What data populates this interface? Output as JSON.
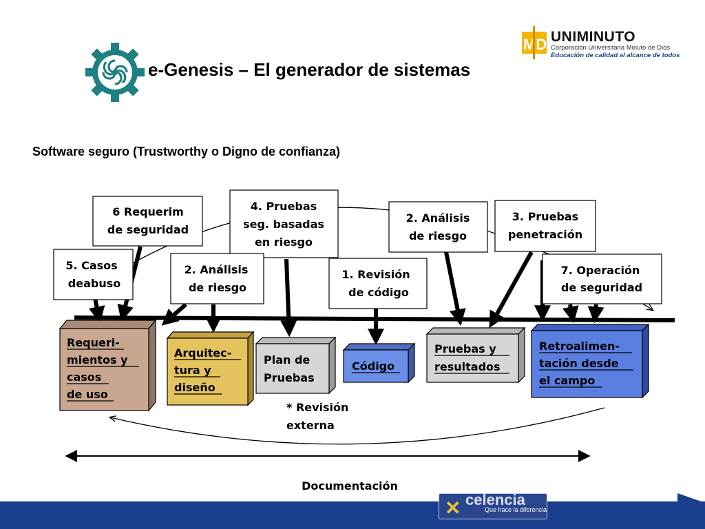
{
  "header": {
    "title": "e-Genesis – El generador de sistemas",
    "subtitle": "Software seguro (Trustworthy o Digno de confianza)"
  },
  "logo": {
    "mark": "MD",
    "name": "UNIMINUTO",
    "line1": "Corporación Universitaria Minuto de Dios",
    "line2": "Educación de calidad al alcance de todos"
  },
  "footer_logo": {
    "word": "celencia",
    "tagline": "Que hace la diferencia"
  },
  "diagram": {
    "callouts": [
      {
        "id": "c6",
        "lines": [
          "6 Requerim",
          "de seguridad"
        ]
      },
      {
        "id": "c4",
        "lines": [
          "4. Pruebas",
          "seg. basadas",
          "en riesgo"
        ]
      },
      {
        "id": "c2b",
        "lines": [
          "2. Análisis",
          "de riesgo"
        ]
      },
      {
        "id": "c3",
        "lines": [
          "3. Pruebas",
          "penetración"
        ]
      },
      {
        "id": "c5",
        "lines": [
          "5. Casos",
          "deabuso"
        ]
      },
      {
        "id": "c2a",
        "lines": [
          "2. Análisis",
          "de riesgo"
        ]
      },
      {
        "id": "c1",
        "lines": [
          "1. Revisión",
          "de código"
        ]
      },
      {
        "id": "c7",
        "lines": [
          "7. Operación",
          "de seguridad"
        ]
      }
    ],
    "phases": [
      {
        "id": "req",
        "lines": [
          "Requeri-",
          "mientos y",
          "casos",
          "de uso"
        ],
        "color": "#c8a690"
      },
      {
        "id": "arq",
        "lines": [
          "Arquitec-",
          "tura y",
          "diseño"
        ],
        "color": "#e4c25c"
      },
      {
        "id": "plan",
        "lines": [
          "Plan de",
          "Pruebas"
        ],
        "color": "#d6d6d6"
      },
      {
        "id": "cod",
        "lines": [
          "Código"
        ],
        "color": "#6b8fe6"
      },
      {
        "id": "prue",
        "lines": [
          "Pruebas y",
          "resultados"
        ],
        "color": "#d6d6d6"
      },
      {
        "id": "retro",
        "lines": [
          "Retroalimen-",
          "tación desde",
          "el campo"
        ],
        "color": "#5a7fe0"
      }
    ],
    "external_review": [
      "* Revisión",
      "externa"
    ],
    "documentation": "Documentación"
  },
  "colors": {
    "gear": "#1e8080",
    "footer": "#1b3f8f"
  }
}
